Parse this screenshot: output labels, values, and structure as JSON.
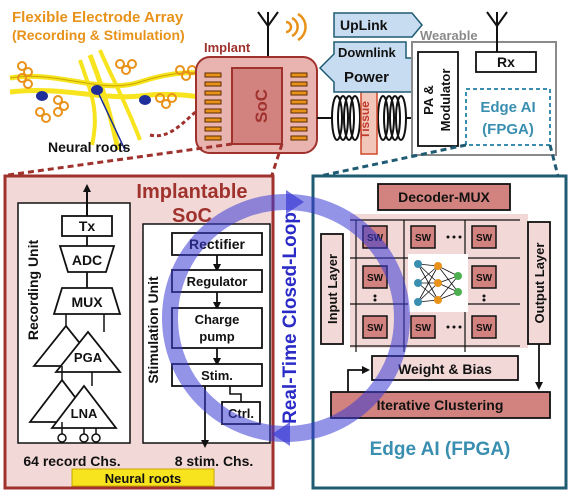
{
  "electrode": {
    "title": "Flexible Electrode Array",
    "subtitle": "(Recording & Stimulation)",
    "roots_label": "Neural roots"
  },
  "implant": {
    "label": "Implant",
    "soc_label": "SoC",
    "tissue_label": "Tissue"
  },
  "links": {
    "uplink": "UpLink",
    "downlink": "Downlink",
    "power": "Power"
  },
  "wearable": {
    "label": "Wearable",
    "rx": "Rx",
    "pa_line1": "PA &",
    "pa_line2": "Modulator",
    "edge_line1": "Edge AI",
    "edge_line2": "(FPGA)"
  },
  "soc_panel": {
    "title_line1": "Implantable",
    "title_line2": "SoC",
    "recording_unit": "Recording Unit",
    "stimulation_unit": "Stimulation Unit",
    "tx": "Tx",
    "adc": "ADC",
    "mux": "MUX",
    "pga": "PGA",
    "lna": "LNA",
    "rectifier": "Rectifier",
    "regulator": "Regulator",
    "charge_line1": "Charge",
    "charge_line2": "pump",
    "stim": "Stim.",
    "ctrl": "Ctrl.",
    "record_chs": "64 record Chs.",
    "stim_chs": "8 stim. Chs.",
    "neural_roots": "Neural roots"
  },
  "loop": {
    "label": "Real-Time Closed-Loop"
  },
  "fpga_panel": {
    "decoder": "Decoder-MUX",
    "input_layer": "Input Layer",
    "output_layer": "Output Layer",
    "sw": "SW",
    "weight_bias": "Weight & Bias",
    "clustering": "Iterative Clustering",
    "title": "Edge AI (FPGA)"
  },
  "colors": {
    "orange": "#e8921a",
    "dark_red": "#a0322e",
    "teal_dark": "#1f5b73",
    "teal": "#3a8fb0",
    "blue_loop": "#3b3bd6",
    "pink_fill": "#f2d9d7",
    "sw_fill": "#d3837f",
    "light_blue": "#c7dcf0",
    "yellow": "#f7e41f"
  }
}
